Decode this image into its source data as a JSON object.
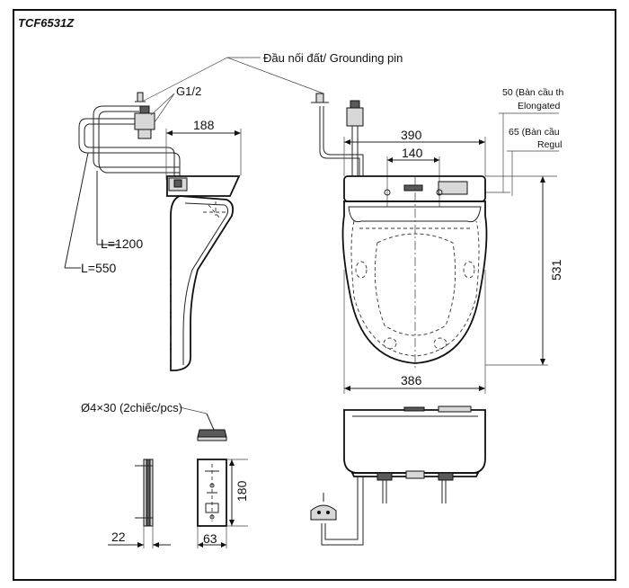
{
  "model_code": "TCF6531Z",
  "labels": {
    "grounding_pin": "Đầu nối đất/ Grounding pin",
    "thread": "G1/2",
    "hose_long": "L=1200",
    "hose_short": "L=550",
    "screw": "Ø4×30 (2chiếc/pcs)",
    "elongated_line1": "50 (Bàn cầu th",
    "elongated_line2": "Elongated",
    "regular_line1": "65 (Bàn cầu",
    "regular_line2": "Regul"
  },
  "dimensions": {
    "side_depth": "188",
    "top_width": "390",
    "hinge_span": "140",
    "seat_length": "531",
    "seat_width": "386",
    "bracket_height": "180",
    "bracket_width": "63",
    "bracket_depth": "22"
  }
}
